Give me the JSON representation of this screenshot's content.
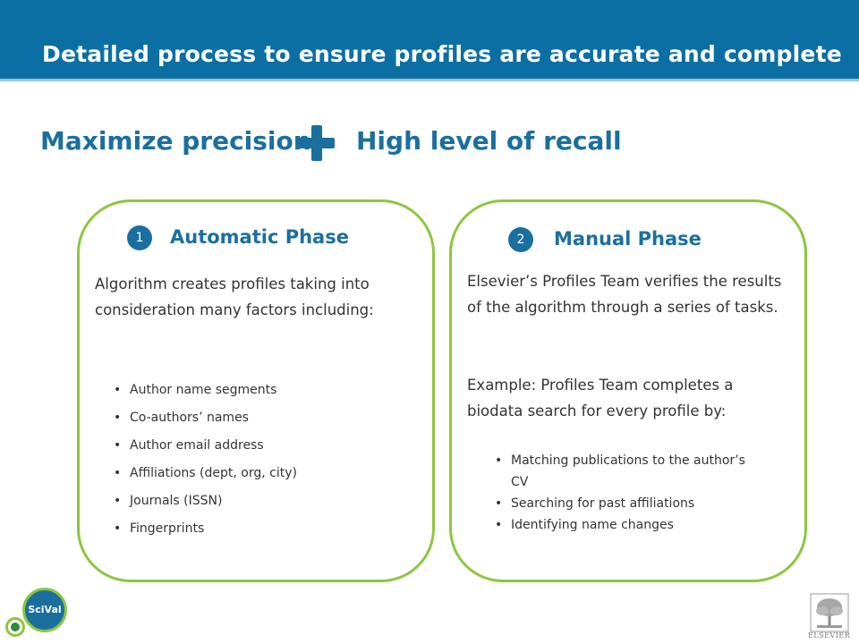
{
  "header": {
    "title": "Detailed process to ensure profiles are accurate and complete"
  },
  "headline": {
    "left": "Maximize precision",
    "right": "High level of recall"
  },
  "panels": [
    {
      "number": "1",
      "title": "Automatic Phase",
      "description": "Algorithm creates profiles taking into consideration many factors including:",
      "bullets": [
        "Author name segments",
        "Co-authors’ names",
        "Author email address",
        "Affiliations (dept, org, city)",
        "Journals (ISSN)",
        "Fingerprints"
      ]
    },
    {
      "number": "2",
      "title": "Manual Phase",
      "description": "Elsevier’s Profiles Team verifies the results of the algorithm through a series of tasks.",
      "example": "Example: Profiles Team completes a biodata search for every profile by:",
      "bullets": [
        " Matching publications to the author’s CV",
        " Searching for past affiliations",
        " Identifying name changes"
      ]
    }
  ],
  "logos": {
    "scival": "SciVal",
    "elsevier": "ELSEVIER"
  },
  "colors": {
    "header": "#0b6fa4",
    "accent": "#1a6f9f",
    "panel_border": "#8dc63f"
  }
}
